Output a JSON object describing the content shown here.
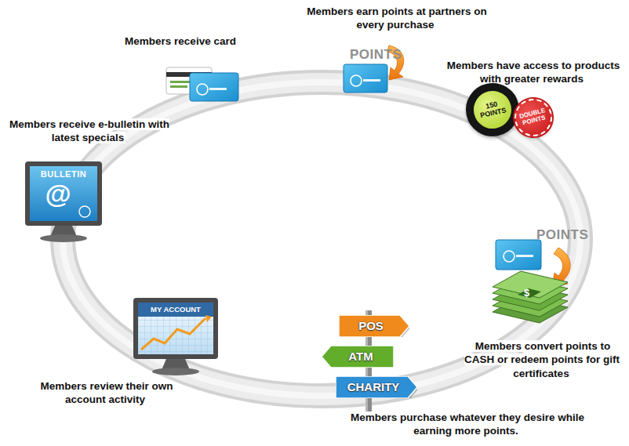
{
  "diagram": {
    "nodes": [
      {
        "text": [
          "150 POINTS"
        ]
      },
      {
        "text": [
          "DOUBLE POINTS"
        ]
      },
      {
        "text": [
          "POS"
        ]
      },
      {
        "text": [
          "ATM"
        ]
      },
      {
        "text": [
          "CHARITY"
        ]
      },
      {
        "text": [
          "MY ACCOUNT"
        ]
      },
      {
        "text": [
          "BULLETIN",
          "@"
        ]
      }
    ],
    "labels": [
      "Members earn points at partners on every purchase",
      "POINTS",
      "Members receive card",
      "Members have access to products with greater rewards",
      "Members receive e-bulletin with latest specials",
      "POINTS",
      "Members convert points to CASH or redeem points for gift certificates",
      "Members review their own account activity",
      "Members purchase whatever they desire while earning more points.",
      "$"
    ]
  }
}
